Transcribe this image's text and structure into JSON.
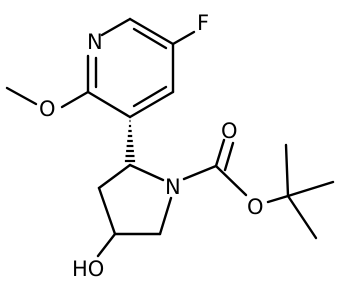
{
  "molecule": {
    "atom_labels": {
      "nitrogen_pyridine": "N",
      "fluorine": "F",
      "methoxy_oxygen": "O",
      "pyrrolidine_nitrogen": "N",
      "carbonyl_oxygen": "O",
      "ester_oxygen": "O",
      "hydroxyl": "HO"
    },
    "colors": {
      "bond": "#000000",
      "label": "#000000",
      "background": "#ffffff"
    }
  }
}
